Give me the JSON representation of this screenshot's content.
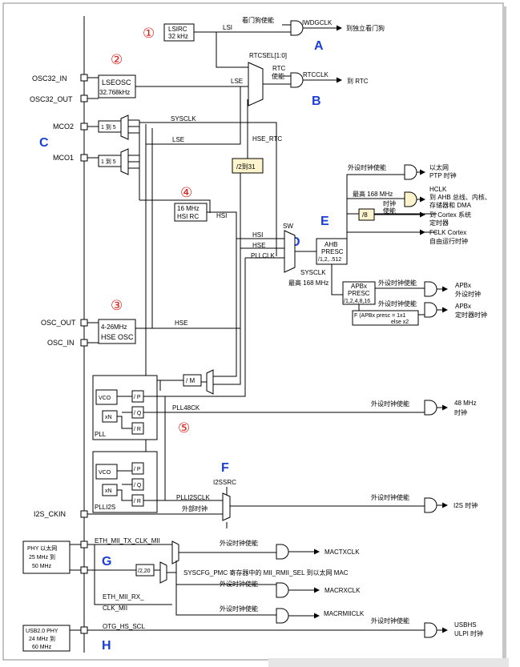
{
  "pins": {
    "osc32_in": "OSC32_IN",
    "osc32_out": "OSC32_OUT",
    "mco2": "MCO2",
    "mco1": "MCO1",
    "osc_out": "OSC_OUT",
    "osc_in": "OSC_IN",
    "i2s_ckin": "I2S_CKIN"
  },
  "markers": {
    "m1": "①",
    "m2": "②",
    "m3": "③",
    "m4": "④",
    "m5": "⑤",
    "A": "A",
    "B": "B",
    "C": "C",
    "D": "D",
    "E": "E",
    "F": "F",
    "G": "G",
    "H": "H"
  },
  "blocks": {
    "lsirc": [
      "LSIRC",
      "32 kHz"
    ],
    "lseosc": [
      "LSEOSC",
      "32.768kHz"
    ],
    "hsi_rc": [
      "16 MHz",
      "HSI RC"
    ],
    "hse_osc": [
      "4-26MHz",
      "HSE OSC"
    ],
    "div_1_5": "1 到 5",
    "div_2_31": "/2到31",
    "div_8": "/8",
    "div_m": "/ M",
    "ahb": [
      "AHB",
      "PRESC",
      "/1,2,..512"
    ],
    "apb": [
      "APBx",
      "PRESC",
      "/1,2,4,8,16"
    ],
    "apb_mul": [
      "F (APBx presc = 1x1",
      "else x2"
    ],
    "pll": "PLL",
    "plli2s": "PLLI2S",
    "vco": "VCO",
    "xn": "xN",
    "pdiv": "/ P",
    "qdiv": "/ Q",
    "rdiv": "/ R",
    "div_2_20": "/2,20",
    "phy_eth": [
      "PHY 以太网",
      "25 MHz 到",
      "50 MHz"
    ],
    "phy_usb": [
      "USB2.0 PHY",
      "24 MHz 到",
      "60 MHz"
    ]
  },
  "signals": {
    "lsi": "LSI",
    "lse": "LSE",
    "lse2": "LSE",
    "rtcsel": "RTCSEL[1:0]",
    "rtc_en": [
      "RTC",
      "使能"
    ],
    "iwdg_en": "看门狗使能",
    "iwdgclk": "IWDGCLK",
    "iwdg_dest": "到独立看门狗",
    "rtcclk": "RTCCLK",
    "rtc_dest": "到 RTC",
    "sysclk": "SYSCLK",
    "hse_rtc": "HSE_RTC",
    "hsi": "HSI",
    "hsi2": "HSI",
    "hse": "HSE",
    "hse2": "HSE",
    "pllclk": "PLLCLK",
    "sw": "SW",
    "sysclk2": "SYSCLK",
    "max168": "最高 168 MHz",
    "max168b": "最高 168 MHz",
    "pll48ck": "PLL48CK",
    "plli2sclk": "PLLI2SCLK",
    "ext_clk": "外部时钟",
    "i2ssrc": "I2SSRC",
    "eth_tx": "ETH_MII_TX_CLK_MII",
    "eth_rx": [
      "ETH_MII_RX_",
      "CLK_MII"
    ],
    "otg": "OTG_HS_SCL",
    "syscfg": "SYSCFG_PMC 寄存器中的 MII_RMII_SEL 到以太网 MAC"
  },
  "enables": {
    "ptp_en": "外设时钟使能",
    "clk_en": [
      "时钟",
      "使能"
    ],
    "apb1_en": "外设时钟使能",
    "apb2_en": "外设时钟使能",
    "usb48_en": "外设时钟使能",
    "i2s_en": "外设时钟使能",
    "mactx_en": "外设时钟使能",
    "macrx_en": "外设时钟使能",
    "macrmii_en": "外设时钟使能",
    "usbhs_en": "外设时钟使能"
  },
  "outputs": {
    "ptp": [
      "以太网",
      "PTP 时钟"
    ],
    "hclk": [
      "HCLK",
      "到 AHB 总线、内核、",
      "存储器和 DMA"
    ],
    "cortex_timer": [
      "到 Cortex 系统",
      "定时器"
    ],
    "fclk": [
      "FCLK Cortex",
      "自由运行时钟"
    ],
    "apbx_periph": [
      "APBx",
      "外设时钟"
    ],
    "apbx_timer": [
      "APBx",
      "定时器时钟"
    ],
    "usb48": [
      "48 MHz",
      "时钟"
    ],
    "i2s": "I2S 时钟",
    "mactxclk": "MACTXCLK",
    "macrxclk": "MACRXCLK",
    "macrmiiclk": "MACRMIICLK",
    "usbhs": [
      "USBHS",
      "ULPI 时钟"
    ]
  }
}
